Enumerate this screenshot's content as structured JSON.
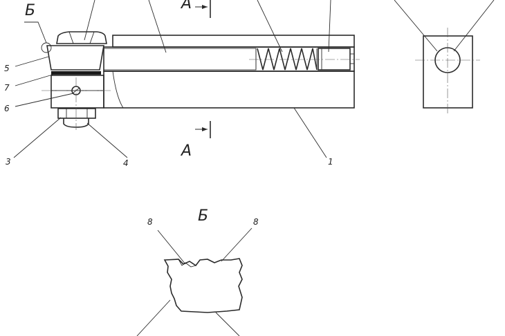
{
  "callouts": {
    "c1": "1",
    "c3": "3",
    "c4": "4",
    "c5": "5",
    "c6": "6",
    "c7": "7",
    "c8a": "8",
    "c8b": "8"
  },
  "section_letters": {
    "a_top": "А",
    "a_bottom": "А",
    "b_main": "Б",
    "b_detail": "Б"
  }
}
